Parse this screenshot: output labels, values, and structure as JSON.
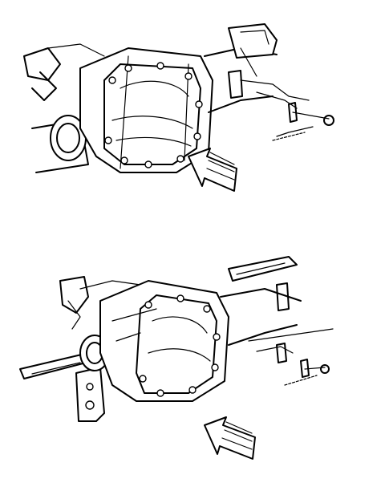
{
  "figure": {
    "panels": [
      {
        "id": "top",
        "arrow_direction": "up-left"
      },
      {
        "id": "bottom",
        "arrow_direction": "up-left"
      }
    ]
  },
  "colors": {
    "line": "#000000",
    "background": "#ffffff"
  }
}
